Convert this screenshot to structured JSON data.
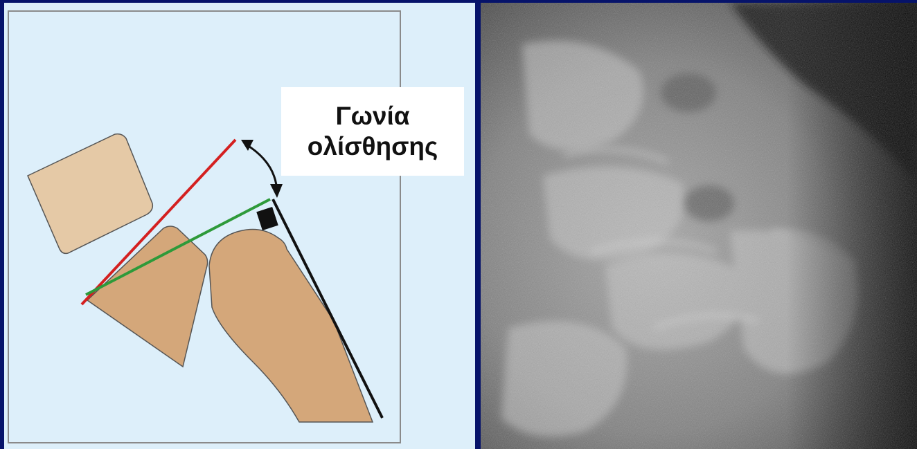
{
  "slide": {
    "background_color": "#06136a",
    "diagram_background_color": "#ddeffa"
  },
  "diagram": {
    "label": {
      "line1": "Γωνία",
      "line2": "ολίσθησης"
    },
    "colors": {
      "bone": "#e5c9a6",
      "bone_dark": "#d4a77a",
      "reference_line": "#d42020",
      "femoral_line": "#2e9a3a",
      "posterior_line": "#111111",
      "outline": "#555555"
    }
  },
  "xray": {
    "icon": "lateral-spine-radiograph"
  }
}
